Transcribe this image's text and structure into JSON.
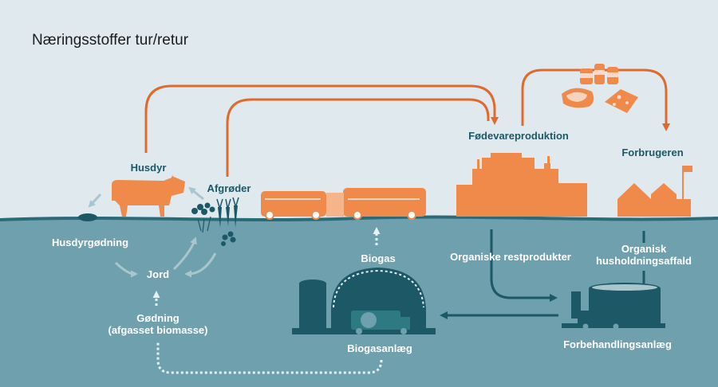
{
  "title": "Næringsstoffer tur/retur",
  "labels": {
    "husdyr": "Husdyr",
    "afgroder": "Afgrøder",
    "fodevareproduktion": "Fødevareproduktion",
    "forbrugeren": "Forbrugeren",
    "husdyrgodning": "Husdyrgødning",
    "jord": "Jord",
    "godning_line1": "Gødning",
    "godning_line2": "(afgasset biomasse)",
    "biogas": "Biogas",
    "biogasanlaeg": "Biogasanlæg",
    "organiske_restprodukter": "Organiske restprodukter",
    "organisk_line1": "Organisk",
    "organisk_line2": "husholdningsaffald",
    "forbehandlingsanlaeg": "Forbehandlingsanlæg"
  },
  "colors": {
    "sky": "#dfe9ee",
    "ground": "#6fa0ad",
    "orange": "#f08a4b",
    "arrow_orange": "#e06a2e",
    "teal_dark": "#1d5867",
    "plant_teal": "#2e7a82",
    "arrow_light": "#a9c5cd"
  },
  "icons": [
    "cow-icon",
    "manure-icon",
    "clover-icon",
    "carrot-icon",
    "truck-icon",
    "factory-icon",
    "houses-icon",
    "flag-icon",
    "meat-icon",
    "cheese-icon",
    "jar-icon",
    "biogas-dome-icon",
    "silo-icon",
    "tank-icon"
  ]
}
